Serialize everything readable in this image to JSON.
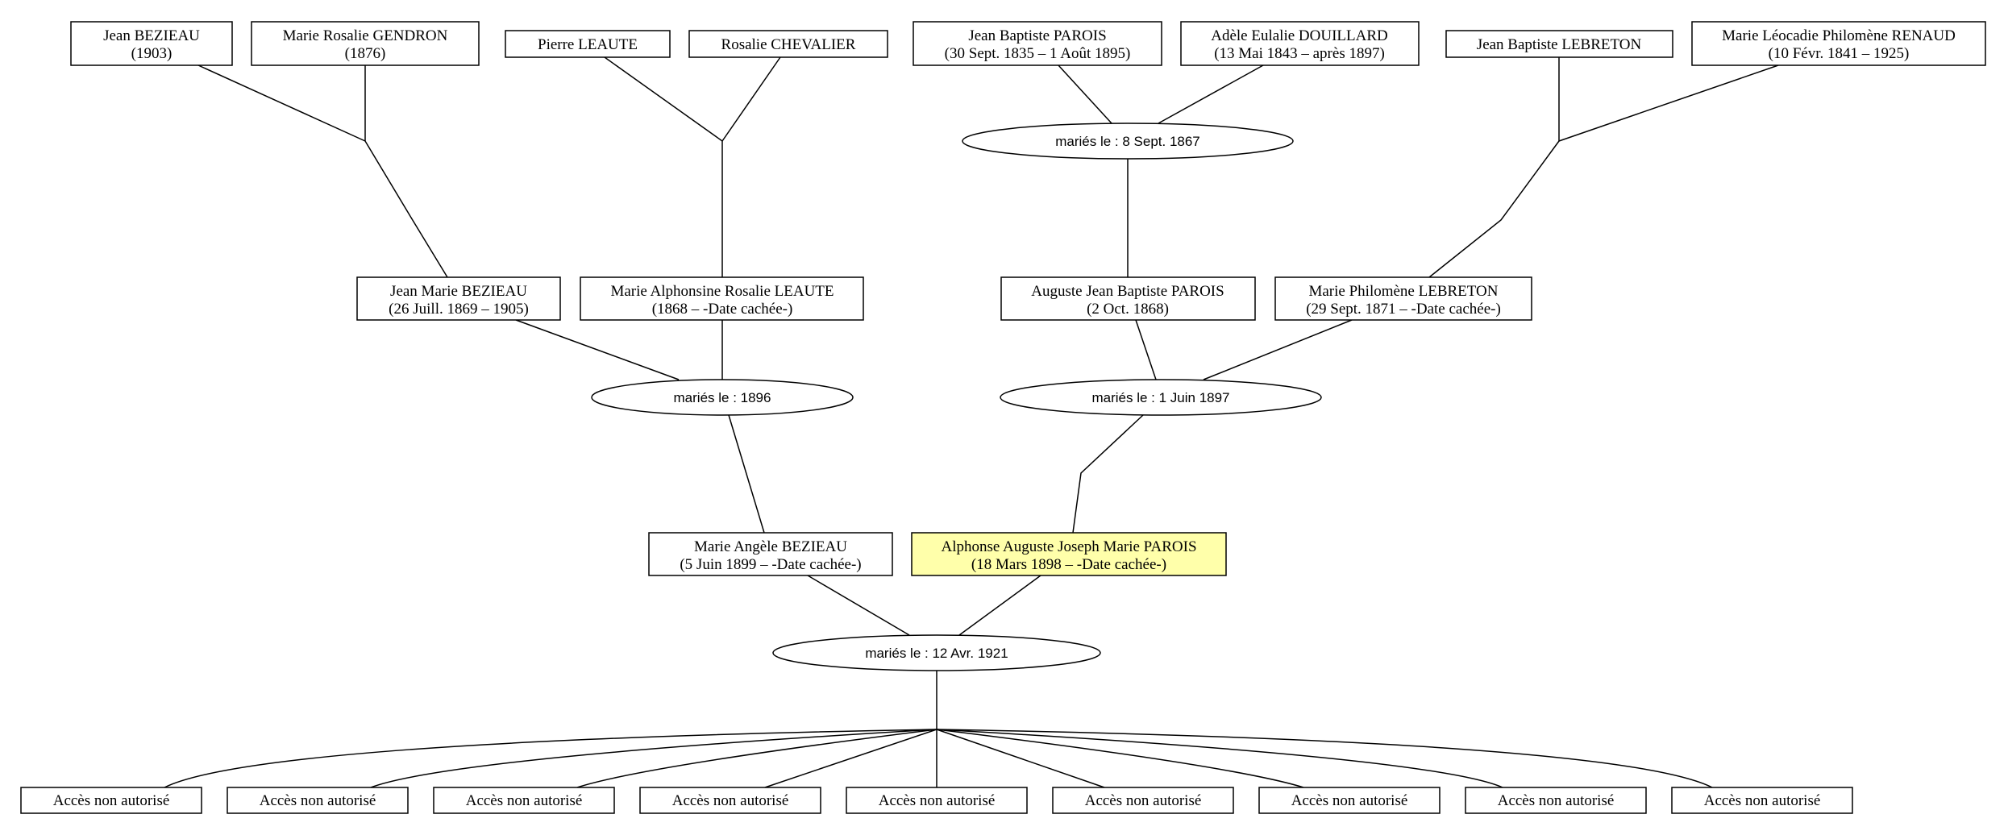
{
  "colors": {
    "highlight": "#ffffaa",
    "line": "#000000",
    "background": "#ffffff"
  },
  "persons": {
    "jean_bezieau": {
      "name": "Jean BEZIEAU",
      "dates": "(1903)"
    },
    "marie_rosalie_gendron": {
      "name": "Marie Rosalie GENDRON",
      "dates": "(1876)"
    },
    "pierre_leaute": {
      "name": "Pierre LEAUTE",
      "dates": ""
    },
    "rosalie_chevalier": {
      "name": "Rosalie CHEVALIER",
      "dates": ""
    },
    "jean_baptiste_parois": {
      "name": "Jean Baptiste PAROIS",
      "dates": "(30 Sept. 1835 – 1 Août 1895)"
    },
    "adele_eulalie_douillard": {
      "name": "Adèle Eulalie DOUILLARD",
      "dates": "(13 Mai 1843 – après 1897)"
    },
    "jean_baptiste_lebreton": {
      "name": "Jean Baptiste LEBRETON",
      "dates": ""
    },
    "marie_leocadie_renaud": {
      "name": "Marie Léocadie Philomène RENAUD",
      "dates": "(10 Févr. 1841 – 1925)"
    },
    "jean_marie_bezieau": {
      "name": "Jean Marie BEZIEAU",
      "dates": "(26 Juill. 1869 – 1905)"
    },
    "marie_alphonsine_leaute": {
      "name": "Marie Alphonsine Rosalie LEAUTE",
      "dates": "(1868 – -Date cachée-)"
    },
    "auguste_jean_baptiste_parois": {
      "name": "Auguste Jean Baptiste PAROIS",
      "dates": "(2 Oct. 1868)"
    },
    "marie_philomene_lebreton": {
      "name": "Marie Philomène LEBRETON",
      "dates": "(29 Sept. 1871 – -Date cachée-)"
    },
    "marie_angele_bezieau": {
      "name": "Marie Angèle BEZIEAU",
      "dates": "(5 Juin 1899 – -Date cachée-)"
    },
    "alphonse_auguste_parois": {
      "name": "Alphonse Auguste Joseph Marie PAROIS",
      "dates": "(18 Mars 1898 – -Date cachée-)"
    }
  },
  "marriages": {
    "parois_douillard": {
      "label": "mariés le : 8 Sept. 1867"
    },
    "bezieau_leaute": {
      "label": "mariés le : 1896"
    },
    "parois_lebreton": {
      "label": "mariés le : 1 Juin 1897"
    },
    "bezieau_parois": {
      "label": "mariés le : 12 Avr. 1921"
    }
  },
  "children": [
    {
      "label": "Accès non autorisé"
    },
    {
      "label": "Accès non autorisé"
    },
    {
      "label": "Accès non autorisé"
    },
    {
      "label": "Accès non autorisé"
    },
    {
      "label": "Accès non autorisé"
    },
    {
      "label": "Accès non autorisé"
    },
    {
      "label": "Accès non autorisé"
    },
    {
      "label": "Accès non autorisé"
    },
    {
      "label": "Accès non autorisé"
    }
  ]
}
